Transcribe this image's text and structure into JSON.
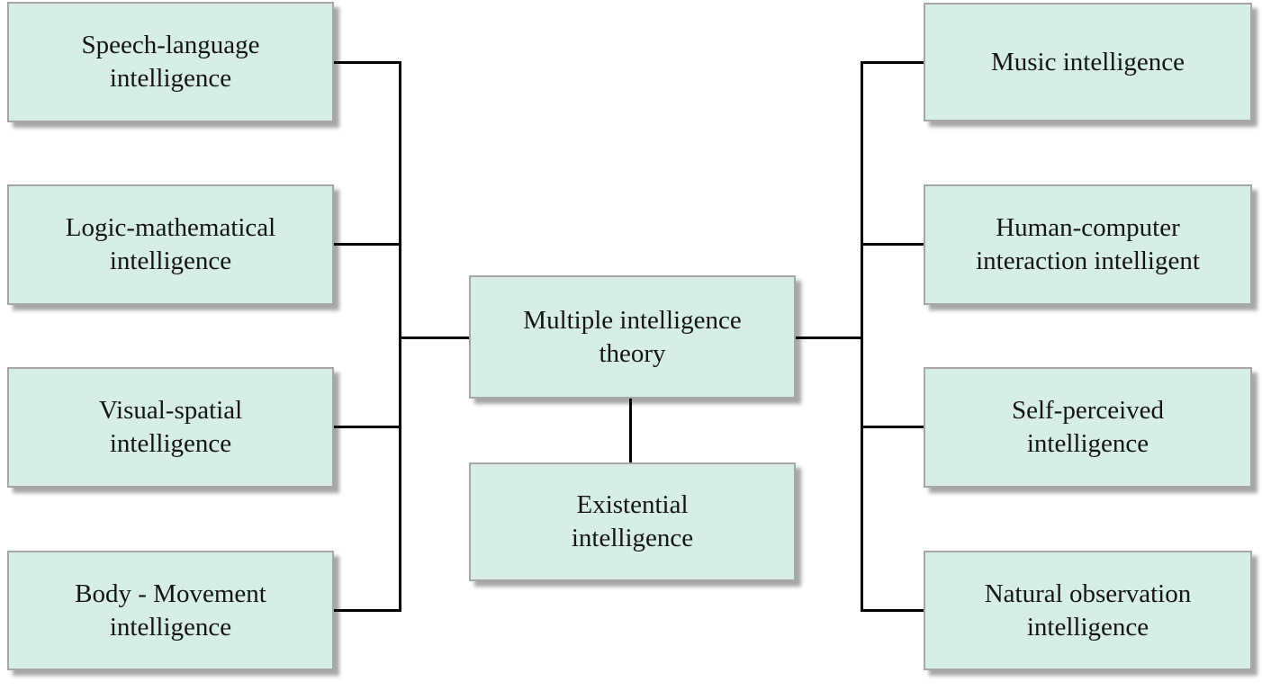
{
  "diagram": {
    "center_node": {
      "label": [
        "Multiple intelligence",
        "theory"
      ]
    },
    "bottom_node": {
      "label": [
        "Existential",
        "intelligence"
      ]
    },
    "left_nodes": [
      {
        "label": [
          "Speech-language",
          "intelligence"
        ]
      },
      {
        "label": [
          "Logic-mathematical",
          "intelligence"
        ]
      },
      {
        "label": [
          "Visual-spatial",
          "intelligence"
        ]
      },
      {
        "label": [
          "Body - Movement",
          "intelligence"
        ]
      }
    ],
    "right_nodes": [
      {
        "label": [
          "Music intelligence"
        ]
      },
      {
        "label": [
          "Human-computer",
          "interaction intelligent"
        ]
      },
      {
        "label": [
          "Self-perceived",
          "intelligence"
        ]
      },
      {
        "label": [
          "Natural observation",
          "intelligence"
        ]
      }
    ]
  },
  "colors": {
    "node_fill": "#d7eee4",
    "node_border": "#a6a6a6",
    "connector": "#000000",
    "text": "#151515",
    "background": "#ffffff"
  }
}
